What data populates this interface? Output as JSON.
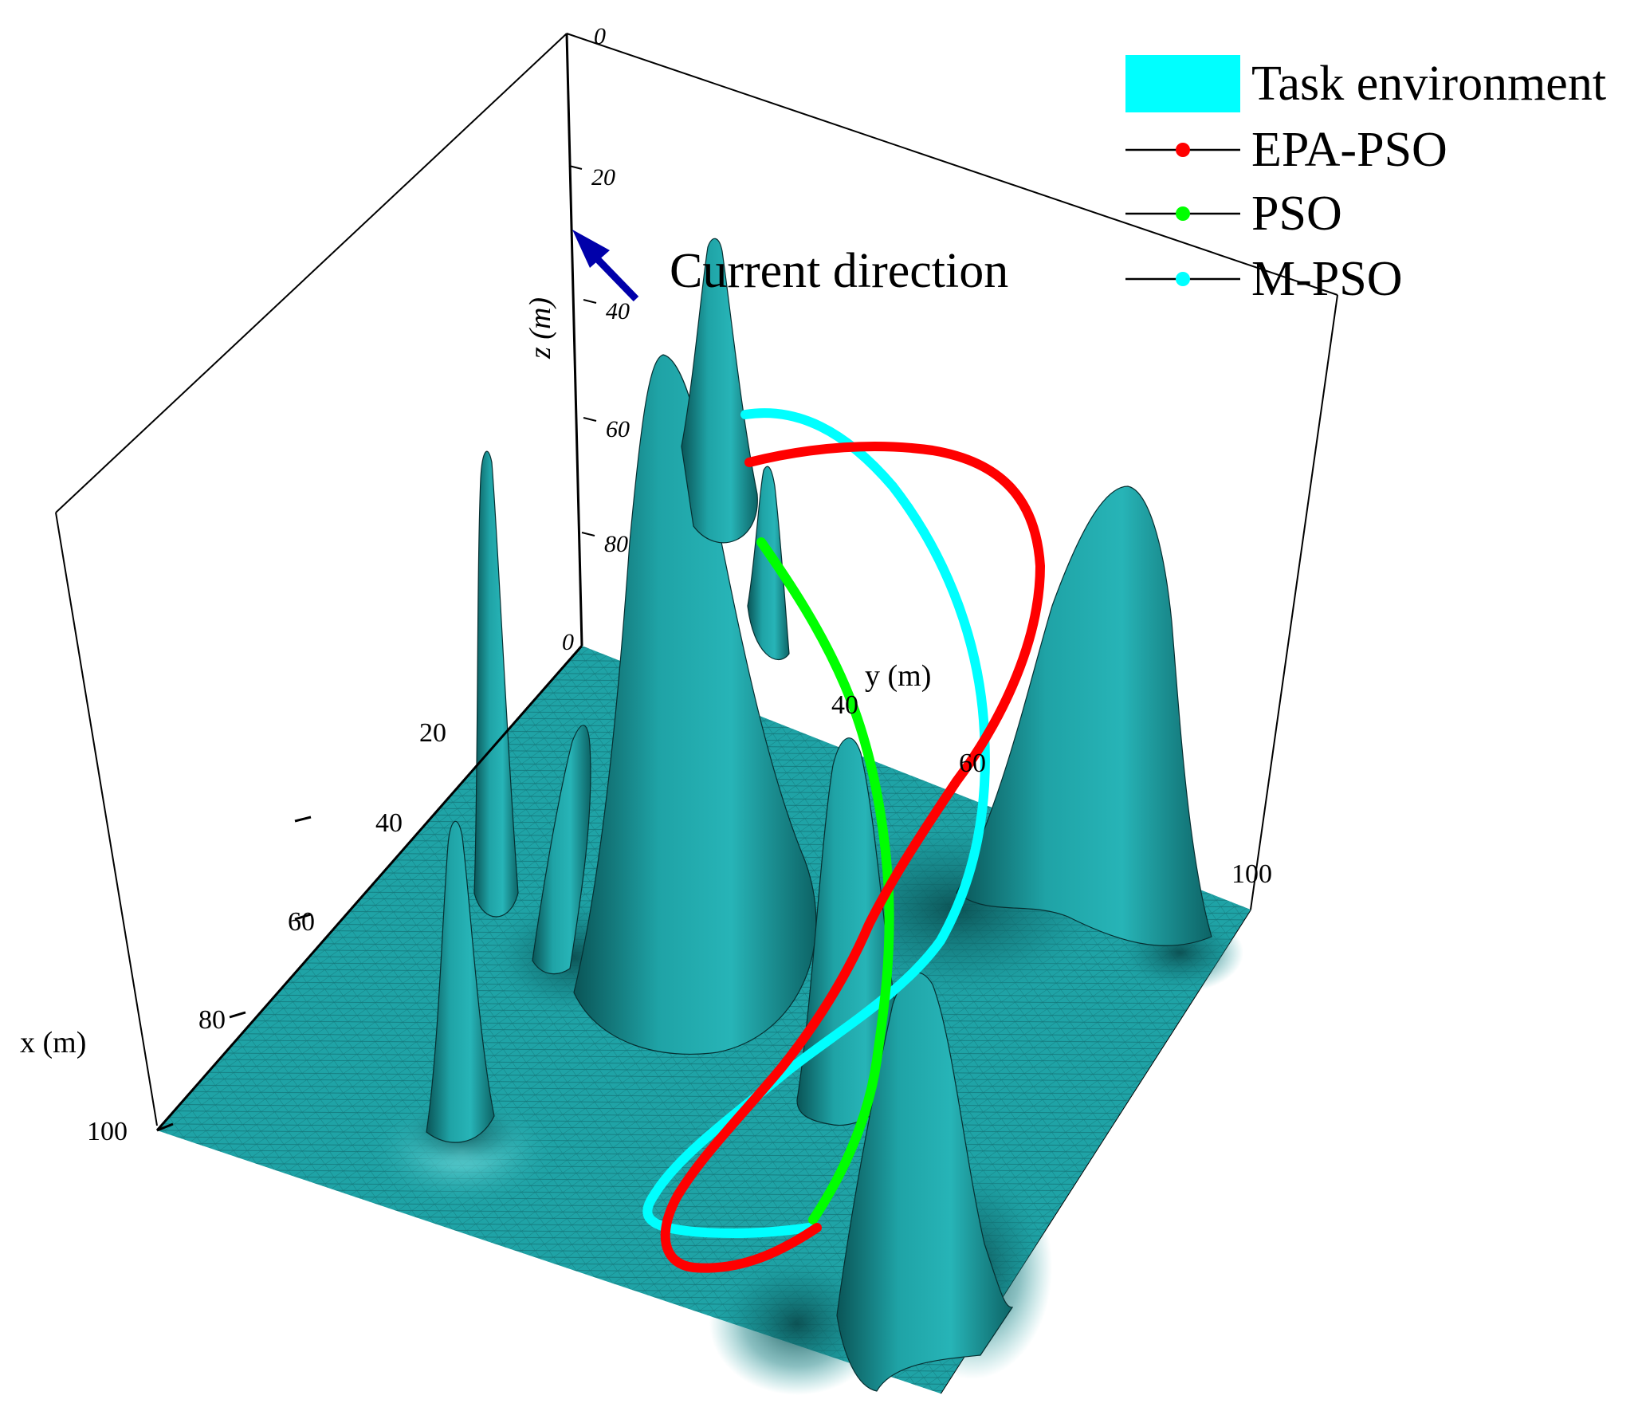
{
  "chart_data": {
    "type": "surface3d",
    "legend": {
      "placement": "top-right",
      "entries": [
        {
          "label": "Task environment",
          "color": "#00ffff",
          "kind": "patch"
        },
        {
          "label": "EPA-PSO",
          "color": "#ff0000",
          "kind": "line-marker"
        },
        {
          "label": "PSO",
          "color": "#00ff00",
          "kind": "line-marker"
        },
        {
          "label": "M-PSO",
          "color": "#00ffff",
          "kind": "line-marker"
        }
      ]
    },
    "axes": {
      "x": {
        "label": "x  (m)",
        "ticks": [
          "20",
          "40",
          "60",
          "80",
          "100"
        ],
        "range": [
          0,
          100
        ]
      },
      "y": {
        "label": "y  (m)",
        "ticks": [
          "40",
          "60",
          "100"
        ],
        "range": [
          0,
          100
        ]
      },
      "z": {
        "label": "z  (m)",
        "ticks": [
          "0",
          "20",
          "40",
          "60",
          "80",
          "0"
        ],
        "reversed": true
      }
    },
    "annotation": {
      "text": "Current direction",
      "arrow_color": "#0000aa"
    },
    "surface": {
      "color": "#1fa3a6",
      "shadow_color": "#0a5557",
      "highlight_color": "#7fe6e8"
    },
    "series": [
      {
        "name": "EPA-PSO",
        "color": "#ff0000"
      },
      {
        "name": "PSO",
        "color": "#00ff00"
      },
      {
        "name": "M-PSO",
        "color": "#00ffff"
      }
    ]
  }
}
